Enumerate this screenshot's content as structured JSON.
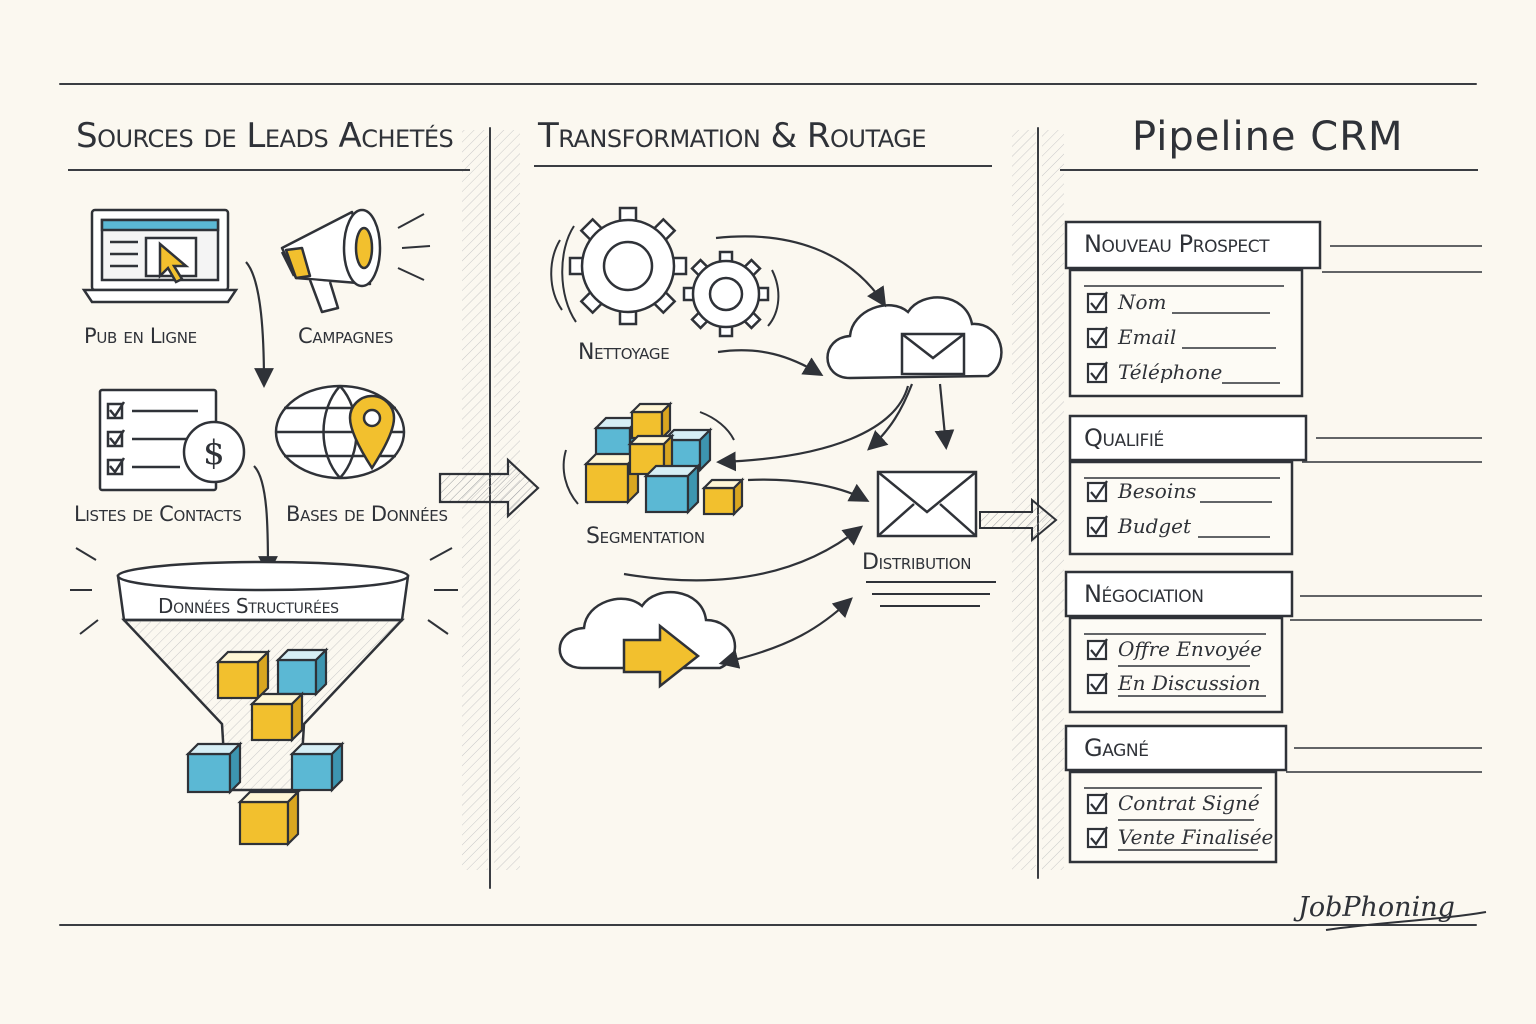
{
  "columns": {
    "sources": {
      "title": "Sources de Leads Achetés",
      "items": [
        "Pub en Ligne",
        "Campagnes",
        "Listes de Contacts",
        "Bases de Données"
      ],
      "funnel_label": "Données Structurées"
    },
    "transform": {
      "title": "Transformation & Routage",
      "items": [
        "Nettoyage",
        "Segmentation",
        "Distribution"
      ]
    },
    "pipeline": {
      "title": "Pipeline CRM",
      "stages": [
        {
          "name": "Nouveau Prospect",
          "items": [
            "Nom",
            "Email",
            "Téléphone"
          ]
        },
        {
          "name": "Qualifié",
          "items": [
            "Besoins",
            "Budget"
          ]
        },
        {
          "name": "Négociation",
          "items": [
            "Offre Envoyée",
            "En Discussion"
          ]
        },
        {
          "name": "Gagné",
          "items": [
            "Contrat Signé",
            "Vente Finalisée"
          ]
        }
      ]
    }
  },
  "brand": "JobPhoning",
  "icons": {
    "pub": "monitor-cursor-icon",
    "campaigns": "megaphone-icon",
    "contacts": "checklist-dollar-icon",
    "databases": "globe-pin-icon",
    "cleaning": "gears-icon",
    "segmentation": "cubes-icon",
    "distribution": "envelope-icon",
    "cloud_mail": "cloud-envelope-icon",
    "cloud_arrow": "cloud-arrow-icon",
    "check": "checkbox-icon"
  },
  "colors": {
    "ink": "#2f3238",
    "yellow": "#f2c02e",
    "blue": "#5bb8d4",
    "paper": "#fbf8f0"
  }
}
